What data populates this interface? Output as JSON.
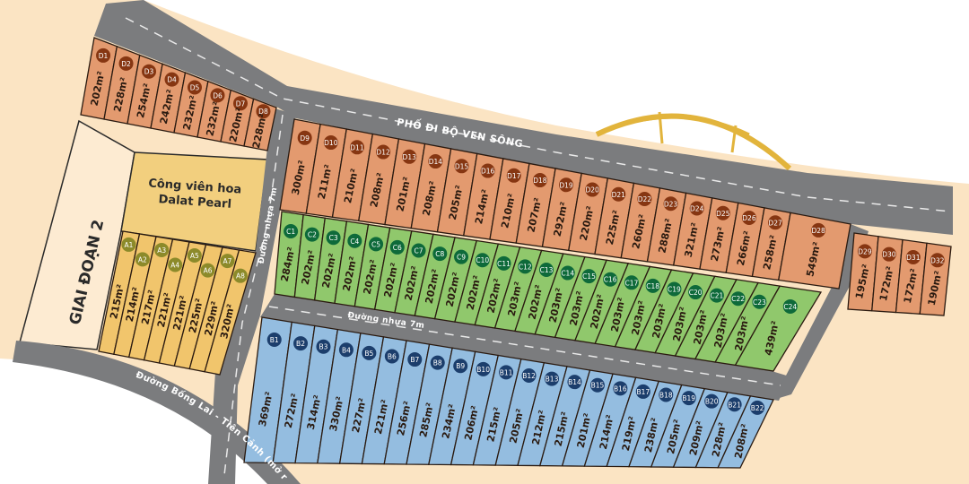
{
  "labels": {
    "phase": "GIAI ĐOẠN 2",
    "park_line1": "Công viên hoa",
    "park_line2": "Dalat Pearl",
    "river_walk": "PHỐ ĐI BỘ VEN SÔNG",
    "inner_road_vertical": "Đường nhựa 7m",
    "inner_road_horizontal": "Đường nhựa 7m",
    "main_road": "Đường Bống Lai - Tiên Cảnh (mở r"
  },
  "colors": {
    "land": "#fbe4c3",
    "road": "#7b7c7e",
    "lot_d": "#e39a6f",
    "badge_d": "#863612",
    "lot_c": "#90c86c",
    "badge_c": "#0e6a3a",
    "lot_b": "#94bde0",
    "badge_b": "#1c3e6c",
    "lot_a": "#f1c56c",
    "badge_a": "#8c8a2a",
    "park": "#f2cf7e",
    "bridge": "#e2b43c"
  },
  "area_unit": "m²",
  "blocks": {
    "D_north": [
      {
        "id": "D1",
        "area": "202"
      },
      {
        "id": "D2",
        "area": "228"
      },
      {
        "id": "D3",
        "area": "254"
      },
      {
        "id": "D4",
        "area": "242"
      },
      {
        "id": "D5",
        "area": "232"
      },
      {
        "id": "D6",
        "area": "232"
      },
      {
        "id": "D7",
        "area": "220"
      },
      {
        "id": "D8",
        "area": "228"
      }
    ],
    "D_river": [
      {
        "id": "D9",
        "area": "300"
      },
      {
        "id": "D10",
        "area": "211"
      },
      {
        "id": "D11",
        "area": "210"
      },
      {
        "id": "D12",
        "area": "208"
      },
      {
        "id": "D13",
        "area": "201"
      },
      {
        "id": "D14",
        "area": "208"
      },
      {
        "id": "D15",
        "area": "205"
      },
      {
        "id": "D16",
        "area": "214"
      },
      {
        "id": "D17",
        "area": "210"
      },
      {
        "id": "D18",
        "area": "207"
      },
      {
        "id": "D19",
        "area": "292"
      },
      {
        "id": "D20",
        "area": "220"
      },
      {
        "id": "D21",
        "area": "225"
      },
      {
        "id": "D22",
        "area": "260"
      },
      {
        "id": "D23",
        "area": "288"
      },
      {
        "id": "D24",
        "area": "321"
      },
      {
        "id": "D25",
        "area": "273"
      },
      {
        "id": "D26",
        "area": "266"
      },
      {
        "id": "D27",
        "area": "258"
      },
      {
        "id": "D28",
        "area": "549"
      }
    ],
    "D_east": [
      {
        "id": "D29",
        "area": "195"
      },
      {
        "id": "D30",
        "area": "172"
      },
      {
        "id": "D31",
        "area": "172"
      },
      {
        "id": "D32",
        "area": "190"
      }
    ],
    "C": [
      {
        "id": "C1",
        "area": "284"
      },
      {
        "id": "C2",
        "area": "202"
      },
      {
        "id": "C3",
        "area": "202"
      },
      {
        "id": "C4",
        "area": "202"
      },
      {
        "id": "C5",
        "area": "202"
      },
      {
        "id": "C6",
        "area": "202"
      },
      {
        "id": "C7",
        "area": "202"
      },
      {
        "id": "C8",
        "area": "202"
      },
      {
        "id": "C9",
        "area": "202"
      },
      {
        "id": "C10",
        "area": "202"
      },
      {
        "id": "C11",
        "area": "202"
      },
      {
        "id": "C12",
        "area": "203"
      },
      {
        "id": "C13",
        "area": "202"
      },
      {
        "id": "C14",
        "area": "203"
      },
      {
        "id": "C15",
        "area": "203"
      },
      {
        "id": "C16",
        "area": "202"
      },
      {
        "id": "C17",
        "area": "203"
      },
      {
        "id": "C18",
        "area": "203"
      },
      {
        "id": "C19",
        "area": "203"
      },
      {
        "id": "C20",
        "area": "203"
      },
      {
        "id": "C21",
        "area": "203"
      },
      {
        "id": "C22",
        "area": "203"
      },
      {
        "id": "C23",
        "area": "203"
      },
      {
        "id": "C24",
        "area": "439"
      }
    ],
    "B": [
      {
        "id": "B1",
        "area": "369"
      },
      {
        "id": "B2",
        "area": "272"
      },
      {
        "id": "B3",
        "area": "314"
      },
      {
        "id": "B4",
        "area": "330"
      },
      {
        "id": "B5",
        "area": "227"
      },
      {
        "id": "B6",
        "area": "221"
      },
      {
        "id": "B7",
        "area": "256"
      },
      {
        "id": "B8",
        "area": "285"
      },
      {
        "id": "B9",
        "area": "234"
      },
      {
        "id": "B10",
        "area": "206"
      },
      {
        "id": "B11",
        "area": "215"
      },
      {
        "id": "B12",
        "area": "205"
      },
      {
        "id": "B13",
        "area": "212"
      },
      {
        "id": "B14",
        "area": "215"
      },
      {
        "id": "B15",
        "area": "201"
      },
      {
        "id": "B16",
        "area": "214"
      },
      {
        "id": "B17",
        "area": "219"
      },
      {
        "id": "B18",
        "area": "238"
      },
      {
        "id": "B19",
        "area": "205"
      },
      {
        "id": "B20",
        "area": "209"
      },
      {
        "id": "B21",
        "area": "228"
      },
      {
        "id": "B22",
        "area": "208"
      }
    ],
    "A": [
      {
        "id": "A1",
        "area": "215"
      },
      {
        "id": "A2",
        "area": "214"
      },
      {
        "id": "A3",
        "area": "217"
      },
      {
        "id": "A4",
        "area": "221"
      },
      {
        "id": "A5",
        "area": "221"
      },
      {
        "id": "A6",
        "area": "225"
      },
      {
        "id": "A7",
        "area": "229"
      },
      {
        "id": "A8",
        "area": "320"
      }
    ]
  }
}
